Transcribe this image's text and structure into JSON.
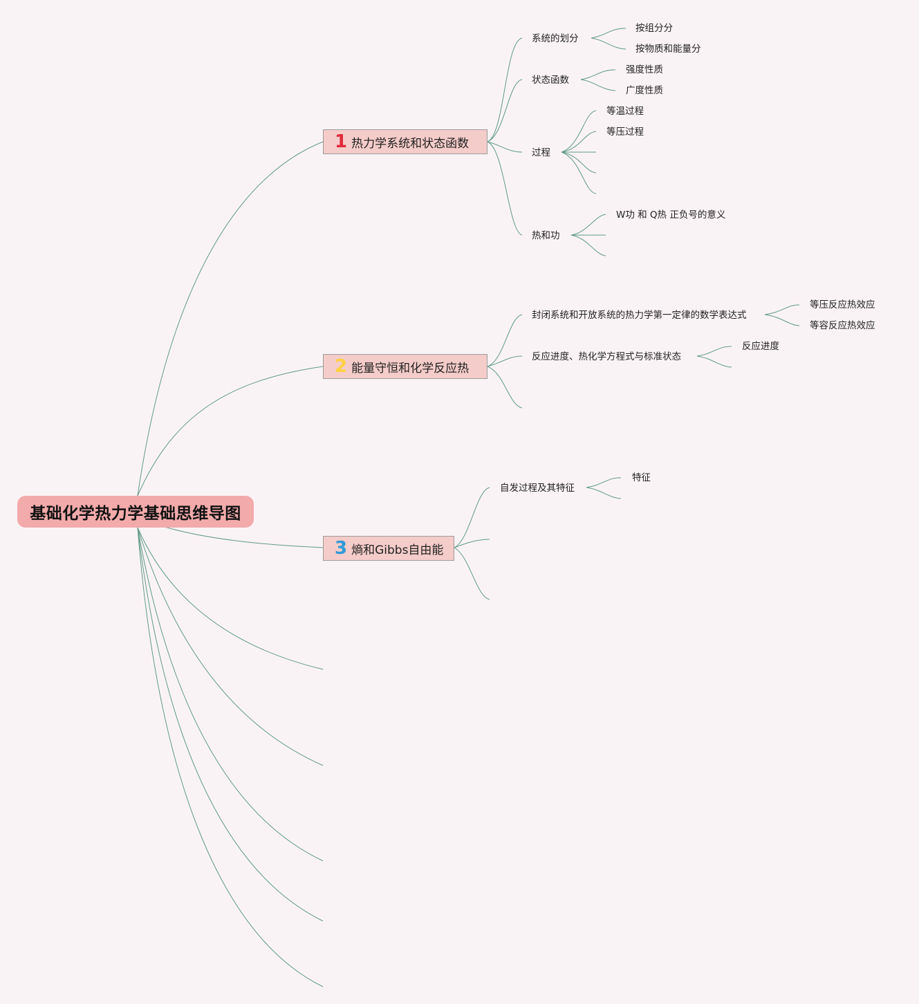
{
  "root": {
    "title": "基础化学热力学基础思维导图"
  },
  "branches": [
    {
      "number": "1",
      "label": "热力学系统和状态函数"
    },
    {
      "number": "2",
      "label": "能量守恒和化学反应热"
    },
    {
      "number": "3",
      "label": "熵和Gibbs自由能"
    }
  ],
  "b1": {
    "system_division": "系统的划分",
    "by_group": "按组分分",
    "by_matter_energy": "按物质和能量分",
    "state_function": "状态函数",
    "intensive": "强度性质",
    "extensive": "广度性质",
    "process": "过程",
    "isothermal": "等温过程",
    "isobaric": "等压过程",
    "heat_work": "热和功",
    "sign_meaning": "W功 和 Q热 正负号的意义"
  },
  "b2": {
    "first_law": "封闭系统和开放系统的热力学第一定律的数学表达式",
    "isobaric_heat": "等压反应热效应",
    "isochoric_heat": "等容反应热效应",
    "reaction_progress": "反应进度、热化学方程式与标准状态",
    "progress": "反应进度"
  },
  "b3": {
    "spontaneous": "自发过程及其特征",
    "feature": "特征"
  },
  "colors": {
    "background": "#faf3f5",
    "root_fill": "#f2aaab",
    "branch_fill": "#f4ccc9",
    "connector": "#5f9a86",
    "num1": "#e02b3c",
    "num2": "#ffd23f",
    "num3": "#2f9ad8"
  }
}
